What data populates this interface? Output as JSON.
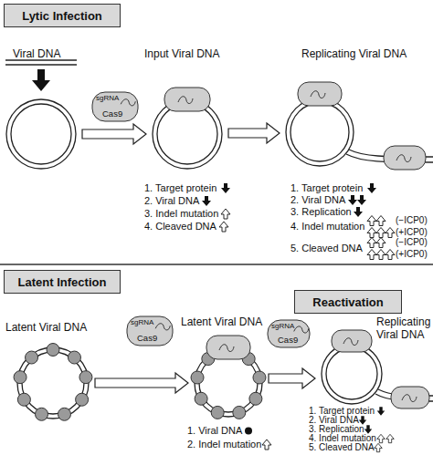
{
  "diagram": {
    "nodes": [
      {
        "text": [
          "Lytic Infection"
        ]
      },
      {
        "text": [
          "Viral DNA"
        ]
      },
      {
        "text": [
          "sgRNA",
          "Cas9"
        ]
      },
      {
        "text": [
          "Input Viral DNA"
        ]
      },
      {
        "text": [
          "Replicating Viral DNA"
        ]
      },
      {
        "text": [
          "Latent Infection"
        ]
      },
      {
        "text": [
          "Latent Viral DNA"
        ]
      },
      {
        "text": [
          "sgRNA",
          "Cas9"
        ]
      },
      {
        "text": [
          "Latent Viral DNA"
        ]
      },
      {
        "text": [
          "sgRNA",
          "Cas9"
        ]
      },
      {
        "text": [
          "Reactivation"
        ]
      },
      {
        "text": [
          "Replicating Viral DNA"
        ]
      }
    ],
    "edges": [
      {
        "from": 1,
        "to": 3,
        "arrow": "to"
      },
      {
        "from": 3,
        "to": 4,
        "arrow": "to"
      },
      {
        "from": 6,
        "to": 8,
        "arrow": "to"
      },
      {
        "from": 8,
        "to": 11,
        "arrow": "to"
      }
    ],
    "labels": [
      "1. Target protein",
      "2. Viral DNA",
      "3. Indel mutation",
      "4. Cleaved DNA",
      "1. Target protein",
      "2. Viral DNA",
      "3. Replication",
      "4. Indel mutation",
      "(−ICP0)",
      "(+ICP0)",
      "5. Cleaved DNA",
      "(−ICP0)",
      "(+ICP0)",
      "1. Viral DNA",
      "2. Indel mutation",
      "1. Target protein",
      "2. Viral DNA",
      "3. Replication",
      "4. Indel mutation",
      "5. Cleaved DNA"
    ]
  }
}
